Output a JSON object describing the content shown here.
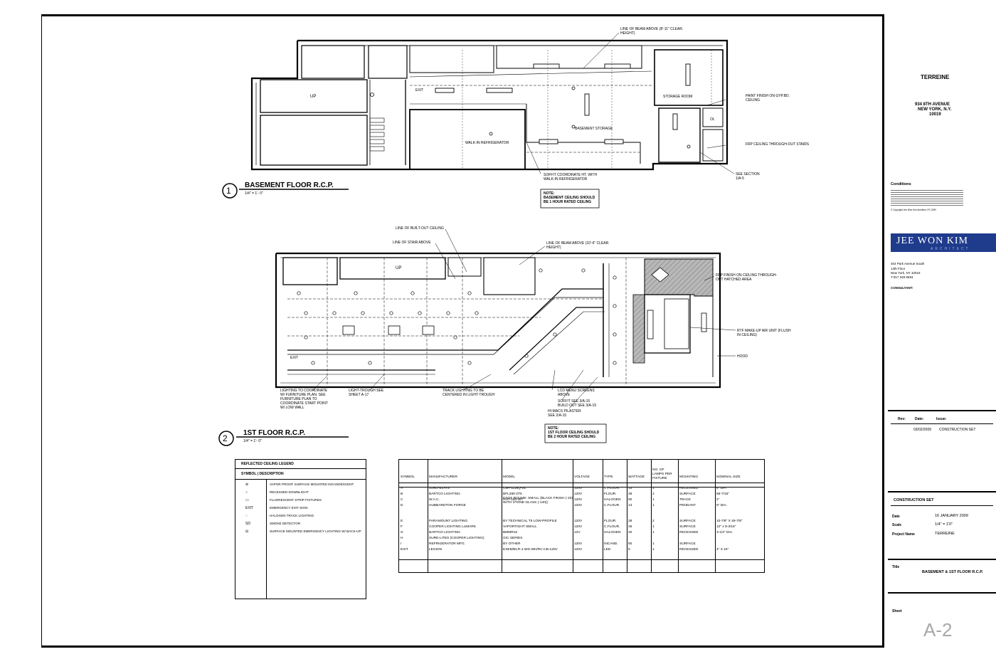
{
  "project": {
    "name": "TERREINE",
    "address_line1": "934 8TH AVENUE",
    "address_line2": "NEW YORK, N.Y.",
    "address_line3": "10019"
  },
  "conditions": {
    "title": "Conditions",
    "copyright": "© Copyright Jee Won Kim Architect, PC 2009"
  },
  "architect": {
    "logo_text": "JEE WON KIM",
    "logo_sub": "ARCHITECT",
    "addr1": "404 Park Avenue South",
    "addr2": "14th Floor",
    "addr3": "New York, NY 10016",
    "phone": "T 917 348 8594",
    "consultant_label": "CONSULTANT:"
  },
  "revisions": {
    "headers": [
      "Rev:",
      "Date:",
      "Issue:"
    ],
    "rows": [
      {
        "rev": "",
        "date": "03/02/2009",
        "issue": "CONSTRUCTION SET"
      }
    ]
  },
  "issue_block": {
    "set_title": "CONSTRUCTION SET",
    "date_label": "Date",
    "date_value": "16 JANUARY 2009",
    "scale_label": "Scale",
    "scale_value": "1/4\" = 1'0\"",
    "project_label": "Project Name",
    "project_value": "TERREINE"
  },
  "title_block": {
    "title_label": "Title",
    "title_value": "BASEMENT & 1ST FLOOR R.C.P.",
    "sheet_label": "Sheet",
    "sheet_number": "A-2"
  },
  "drawing1": {
    "number": "1",
    "title": "BASEMENT FLOOR R.C.P.",
    "scale": "1/4\" = 1'- 0\"",
    "note": "NOTE:\nBASEMENT CEILING SHOULD\nBE 1 HOUR RATED CEILING",
    "labels": {
      "up": "UP",
      "walk_in": "WALK-IN REFRIGERATOR",
      "basement_storage": "BASEMENT STORAGE",
      "storage_room": "STORAGE ROOM",
      "exit": "EXIT",
      "ol": "OL",
      "beam": "LINE OF BEAM ABOVE (8'-11\" CLEAR. HEIGHT)",
      "paint": "PAINT FINISH ON GYP.BD. CEILING",
      "frp": "FRP CEILING THROUGH-OUT STAIRS",
      "soffit": "SOFFIT COORDINATE HT. WITH WALK-IN REFRIGERATOR",
      "section": "SEE SECTION 1/A-5"
    }
  },
  "drawing2": {
    "number": "2",
    "title": "1ST FLOOR R.C.P.",
    "scale": "1/4\" = 1'- 0\"",
    "note": "NOTE:\n1ST FLOOR CEILING SHOULD\nBE 2 HOUR RATED CEILING",
    "labels": {
      "up": "UP",
      "built_out": "LINE OF BUILT-OUT CEILING",
      "stair_above": "LINE OF STAIR ABOVE",
      "beam": "LINE OF BEAM ABOVE (10'-6\" CLEAR. HEIGHT)",
      "frp": "FRP FINISH ON CEILING THROUGH-OUT HATCHED AREA",
      "make_up": "RTF MAKE-UP AIR UNIT (FLUSH IN CEILING)",
      "hood": "HOOD",
      "lighting": "LIGHTING TO COORDINATE W/ FURNITURE PLAN. SEE FURNITURE PLAN TO COORDINATE START POINT W/ LOW WALL",
      "trough": "LIGHT-TROUGH SEE SHEET A-17",
      "track": "TRACK LIGHTING TO BE CENTERED IN LIGHT-TROUGH",
      "lcd": "LCD MENU SCREENS ABOVE",
      "soffit": "SOFFIT SEE 3/A-15",
      "build_out": "BUILD OUT SEE 3/A-15",
      "pilaster": "HI-MACS PILASTER SEE 2/A-15",
      "exit": "EXIT"
    }
  },
  "legend": {
    "title": "REFLECTED CEILING LEGEND",
    "header": "SYMBOL | DESCRIPTION",
    "items": [
      {
        "symbol": "⊚",
        "description": "VAPOR PROOF SURFACE MOUNTED INCANDESCENT"
      },
      {
        "symbol": "○",
        "description": "RECESSED DOWNLIGHT"
      },
      {
        "symbol": "▭",
        "description": "FLUORESCENT STRIP FIXTURES"
      },
      {
        "symbol": "EXIT",
        "description": "EMERGENCY EXIT SIGN"
      },
      {
        "symbol": "◌",
        "description": "HALOGEN TRACK LIGHTING"
      },
      {
        "symbol": "SD",
        "description": "SMOKE DETECTOR"
      },
      {
        "symbol": "⊟",
        "description": "SURFACE MOUNTED EMERGENCY LIGHTING W/ BACK-UP"
      }
    ]
  },
  "schedule": {
    "headers": [
      "SYMBOL",
      "MANUFACTURER",
      "MODEL",
      "VOLTAGE",
      "TYPE",
      "WATTAGE",
      "NO. OF LAMPS PER FIXTURE",
      "MOUNTING",
      "NOMINAL SIZE"
    ],
    "rows": [
      [
        "A",
        "JUNO-ELATE",
        "C6H-1118Q-DL",
        "120V",
        "C.FLOUR.",
        "13",
        "1",
        "RECESSED",
        "6\" DIA."
      ],
      [
        "B",
        "BARTCO LIGHTING",
        "BFL280-2T5",
        "120V",
        "FLOUR.",
        "28",
        "2",
        "SURFACE",
        "66-7/16\""
      ],
      [
        "C",
        "W.A.C.",
        "HHT-160-WT",
        "120V",
        "HALOGEN",
        "50",
        "1",
        "TRACK",
        "2\""
      ],
      [
        "D",
        "HUBBARDTON FORGE",
        "EXOS ROUND- SMALL (BLACK FINISH (-10) WITH STONE GLASS (-140))",
        "120V",
        "C.FLOUR.",
        "13",
        "1",
        "PENDANT",
        "6\" DIA."
      ],
      [
        "E",
        "PARAMOUNT LIGHTING",
        "BY TECHNICAL T5 LOW-PROFILE",
        "120V",
        "FLOUR.",
        "28",
        "2",
        "SURFACE",
        "10-7/8\" X 48-7/8\""
      ],
      [
        "F",
        "COOPER LIGHTING LUMARK",
        "VAPORTIGHT SMALL",
        "120V",
        "C.FLOUR.",
        "26",
        "1",
        "SURFACE",
        "12\" x 8-3/16\""
      ],
      [
        "G",
        "BARTCO LIGHTING",
        "BMMR16",
        "12V",
        "HALOGEN",
        "20",
        "1",
        "RECESSED",
        "3-1/2\" DIA."
      ],
      [
        "H",
        "SURE-LITES (COOPER LIGHTING)",
        "GIC SERIES",
        "",
        "",
        "",
        "",
        "",
        ""
      ],
      [
        "I",
        "REFRIGERATOR MFG.",
        "BY OTHER",
        "120V",
        "INCAND.",
        "60",
        "1",
        "SURFACE",
        ""
      ],
      [
        "EXIT",
        "LEGION",
        "EXEM/ELR-1-WS-WH/RC-CB-120V",
        "120V",
        "LED",
        "6",
        "1",
        "RECESSED",
        "4\" X 16\""
      ]
    ]
  },
  "colors": {
    "ink": "#000000",
    "hatch": "#9a9a9a",
    "logo_bg": "#1f3b8c",
    "sheet_no": "#a8a8a8"
  }
}
